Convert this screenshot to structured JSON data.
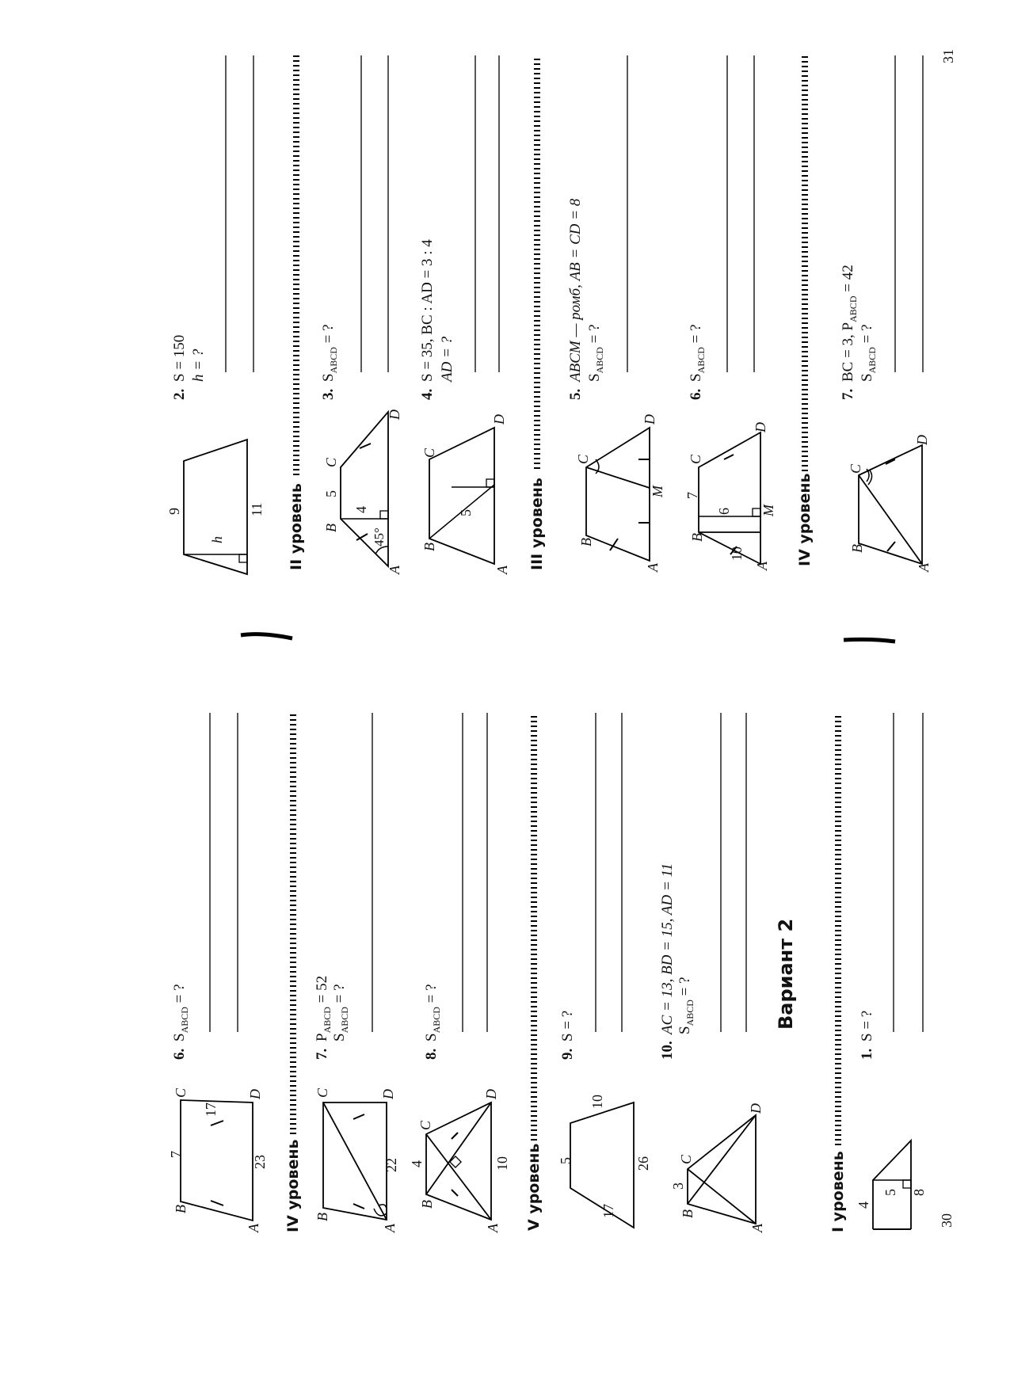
{
  "page_numbers": {
    "left": "30",
    "right": "31"
  },
  "levels": {
    "I": "I уровень",
    "II": "II уровень",
    "III": "III уровень",
    "IV": "IV уровень",
    "V": "V уровень"
  },
  "variant_title": "Вариант 2",
  "problems_v1": {
    "p6": {
      "num": "6.",
      "q": "S",
      "q_sub": "ABCD",
      "q_tail": " = ?",
      "labels": {
        "A": "A",
        "B": "B",
        "C": "C",
        "D": "D",
        "bc": "7",
        "cd": "17",
        "ad": "23"
      }
    },
    "p7": {
      "num": "7.",
      "l1": "P",
      "l1_sub": "ABCD",
      "l1_tail": " = 52",
      "l2": "S",
      "l2_sub": "ABCD",
      "l2_tail": " = ?",
      "labels": {
        "A": "A",
        "B": "B",
        "C": "C",
        "D": "D",
        "ad": "22"
      }
    },
    "p8": {
      "num": "8.",
      "q": "S",
      "q_sub": "ABCD",
      "q_tail": " = ?",
      "labels": {
        "A": "A",
        "B": "B",
        "C": "C",
        "D": "D",
        "bc": "4",
        "ad": "10"
      }
    },
    "p9": {
      "num": "9.",
      "q": "S = ?",
      "labels": {
        "top": "5",
        "left": "17",
        "right": "10",
        "bottom": "26"
      }
    },
    "p10": {
      "num": "10.",
      "l1": "AC = 13, BD = 15, AD = 11",
      "l2": "S",
      "l2_sub": "ABCD",
      "l2_tail": " = ?",
      "labels": {
        "A": "A",
        "B": "B",
        "C": "C",
        "D": "D",
        "bc": "3"
      }
    }
  },
  "problems_v2": {
    "p1": {
      "num": "1.",
      "q": "S = ?",
      "labels": {
        "top": "4",
        "h": "5",
        "bottom": "8"
      }
    },
    "p2": {
      "num": "2.",
      "l1": "S = 150",
      "l2": "h = ?",
      "labels": {
        "top": "9",
        "h": "h",
        "bottom": "11"
      }
    },
    "p3": {
      "num": "3.",
      "q": "S",
      "q_sub": "ABCD",
      "q_tail": " = ?",
      "labels": {
        "A": "A",
        "B": "B",
        "C": "C",
        "D": "D",
        "bc": "5",
        "h": "4",
        "angle": "45°"
      }
    },
    "p4": {
      "num": "4.",
      "l1": "S = 35, BC : AD = 3 : 4",
      "l2": "AD = ?",
      "labels": {
        "A": "A",
        "B": "B",
        "C": "C",
        "D": "D",
        "h": "5"
      }
    },
    "p5": {
      "num": "5.",
      "l1": "ABCM — ромб, AB = CD = 8",
      "l2": "S",
      "l2_sub": "ABCD",
      "l2_tail": " = ?",
      "labels": {
        "A": "A",
        "B": "B",
        "C": "C",
        "D": "D",
        "M": "M"
      }
    },
    "p6": {
      "num": "6.",
      "q": "S",
      "q_sub": "ABCD",
      "q_tail": " = ?",
      "labels": {
        "A": "A",
        "B": "B",
        "C": "C",
        "D": "D",
        "M": "M",
        "bc": "7",
        "h": "6",
        "ab": "10"
      }
    },
    "p7": {
      "num": "7.",
      "l1": "BC = 3, P",
      "l1_sub": "ABCD",
      "l1_tail": " = 42",
      "l2": "S",
      "l2_sub": "ABCD",
      "l2_tail": " = ?",
      "labels": {
        "A": "A",
        "B": "B",
        "C": "C",
        "D": "D"
      }
    }
  }
}
